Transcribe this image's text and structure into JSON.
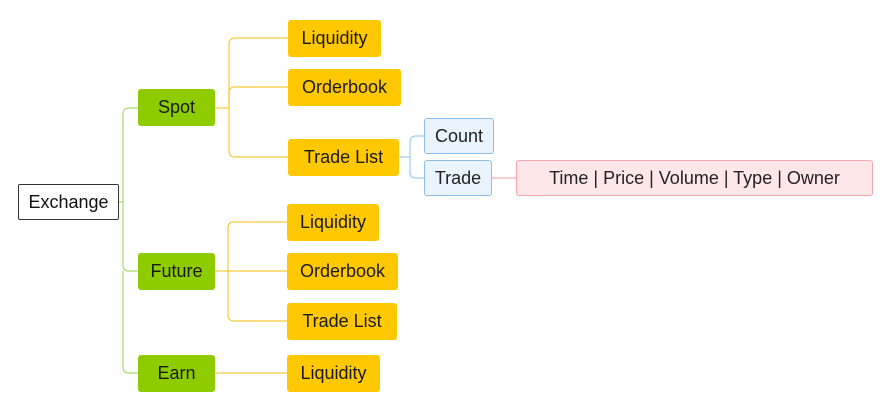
{
  "diagram": {
    "root": "Exchange",
    "branches": [
      {
        "label": "Spot",
        "children": [
          {
            "label": "Liquidity"
          },
          {
            "label": "Orderbook"
          },
          {
            "label": "Trade List",
            "children": [
              {
                "label": "Count"
              },
              {
                "label": "Trade",
                "children": [
                  {
                    "label": "Time | Price | Volume | Type | Owner"
                  }
                ]
              }
            ]
          }
        ]
      },
      {
        "label": "Future",
        "children": [
          {
            "label": "Liquidity"
          },
          {
            "label": "Orderbook"
          },
          {
            "label": "Trade List"
          }
        ]
      },
      {
        "label": "Earn",
        "children": [
          {
            "label": "Liquidity"
          }
        ]
      }
    ]
  },
  "colors": {
    "root_border": "#333333",
    "level1_fill": "#8ecc00",
    "level2_fill": "#ffc800",
    "level3_fill": "#e9f4ff",
    "level3_border": "#8ebde6",
    "level4_fill": "#ffe6e8",
    "level4_border": "#f2a6ae",
    "connector_root": "#a8dc6c",
    "connector_level1": "#f5cc3c",
    "connector_level2": "#9fcdf0",
    "connector_level3": "#f4b0b6"
  }
}
